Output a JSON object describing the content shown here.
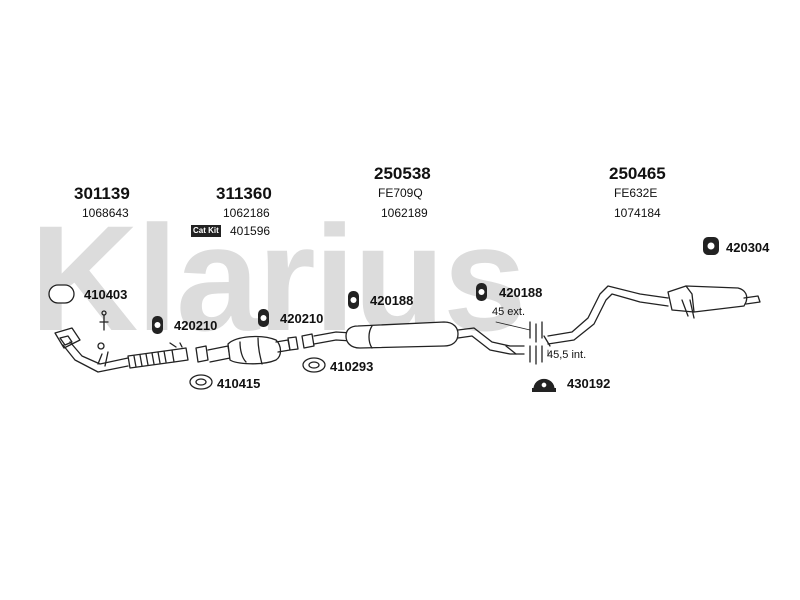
{
  "watermark": "Klarius",
  "sections": [
    {
      "part": "301139",
      "ref": "1068643"
    },
    {
      "part": "311360",
      "ref": "1062186",
      "catkit_label": "Cat Kit",
      "catkit_ref": "401596"
    },
    {
      "part": "250538",
      "code": "FE709Q",
      "ref": "1062189"
    },
    {
      "part": "250465",
      "code": "FE632E",
      "ref": "1074184"
    }
  ],
  "hardware": [
    {
      "id": "410403",
      "type": "gasket"
    },
    {
      "id": "420210",
      "type": "rubber-mount"
    },
    {
      "id": "410415",
      "type": "gasket"
    },
    {
      "id": "420210",
      "type": "rubber-mount"
    },
    {
      "id": "410293",
      "type": "gasket"
    },
    {
      "id": "420188",
      "type": "rubber-mount"
    },
    {
      "id": "420188",
      "type": "rubber-mount"
    },
    {
      "id": "430192",
      "type": "clamp"
    },
    {
      "id": "420304",
      "type": "rubber-mount"
    }
  ],
  "notes": {
    "ext": "45 ext.",
    "int": "45,5 int."
  }
}
